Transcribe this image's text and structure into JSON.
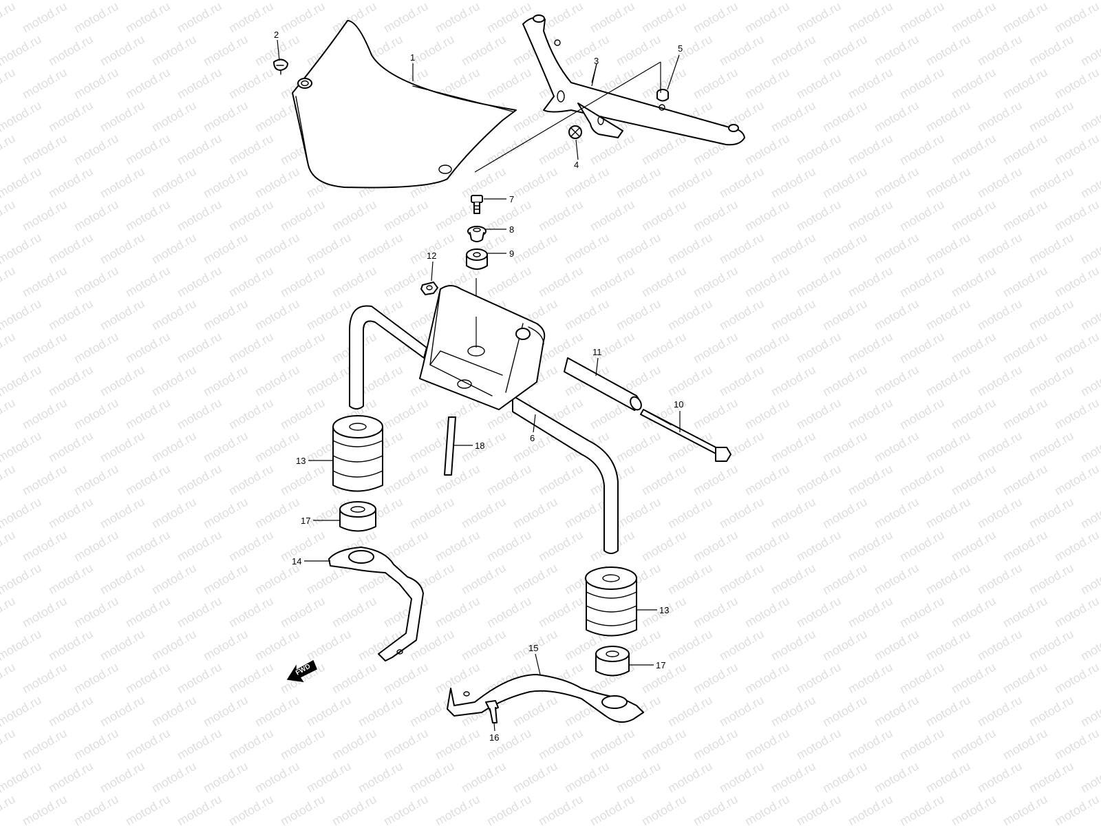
{
  "watermark": {
    "text": "motod.ru"
  },
  "fwd_label": "FWD",
  "callouts": {
    "c1": "1",
    "c2": "2",
    "c3": "3",
    "c4": "4",
    "c5": "5",
    "c6": "6",
    "c7": "7",
    "c8": "8",
    "c9": "9",
    "c10": "10",
    "c11": "11",
    "c12": "12",
    "c13a": "13",
    "c13b": "13",
    "c14": "14",
    "c15": "15",
    "c16": "16",
    "c17a": "17",
    "c17b": "17",
    "c18": "18"
  }
}
